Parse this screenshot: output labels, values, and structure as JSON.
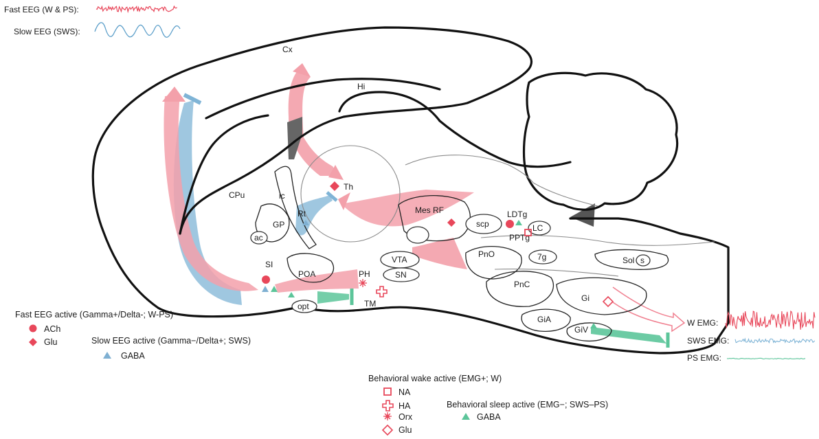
{
  "colors": {
    "wake_red": "#e8475a",
    "pink_pathway": "#f3a0aa",
    "blue_pathway": "#7fb4d6",
    "gaba_blue": "#7fb0d2",
    "sleep_green": "#5cc59a",
    "outline": "#111111"
  },
  "eeg_traces": {
    "fast_label": "Fast EEG (W & PS):",
    "slow_label": "Slow EEG (SWS):"
  },
  "emg_traces": {
    "wake_label": "W EMG:",
    "sws_label": "SWS EMG:",
    "ps_label": "PS EMG:"
  },
  "regions": {
    "cx": "Cx",
    "hi": "Hi",
    "cpu": "CPu",
    "ic": "ic",
    "gp": "GP",
    "rt": "Rt",
    "ac": "ac",
    "th": "Th",
    "si": "SI",
    "poa": "POA",
    "opt": "opt",
    "ph": "PH",
    "tm": "TM",
    "vta": "VTA",
    "sn": "SN",
    "mes_rf": "Mes RF",
    "scp": "scp",
    "ldtg": "LDTg",
    "pptg": "PPTg",
    "lc": "LC",
    "pno": "PnO",
    "seven_g": "7g",
    "sol": "Sol",
    "s": "s",
    "pnc": "PnC",
    "gi": "Gi",
    "gia": "GiA",
    "giv": "GiV"
  },
  "legend": {
    "fast_eeg_title": "Fast EEG active (Gamma+/Delta-; W-PS)",
    "ach": "ACh",
    "glu": "Glu",
    "slow_eeg_title": "Slow EEG active (Gamma−/Delta+; SWS)",
    "gaba_slow": "GABA",
    "wake_title": "Behavioral wake active (EMG+; W)",
    "na": "NA",
    "ha": "HA",
    "orx": "Orx",
    "glu_wake": "Glu",
    "sleep_title": "Behavioral sleep active (EMG−; SWS–PS)",
    "gaba_sleep": "GABA"
  },
  "icons": {
    "ach": "filled-circle",
    "glu": "filled-diamond",
    "gaba_slow": "filled-triangle",
    "na": "open-square",
    "ha": "open-cross",
    "orx": "starburst",
    "glu_wake": "open-diamond",
    "gaba_sleep": "filled-triangle"
  }
}
